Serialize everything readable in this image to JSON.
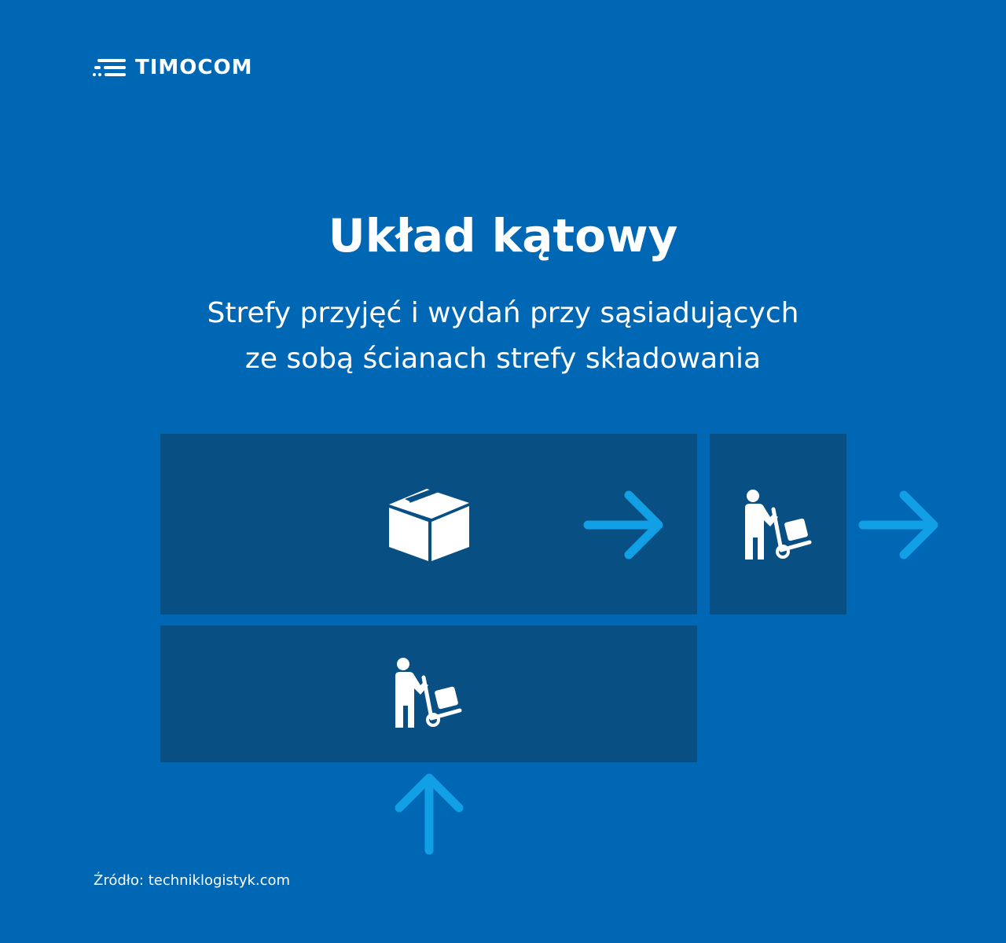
{
  "brand": {
    "name": "TIMOCOM",
    "logo_icon": "speed-lines-icon"
  },
  "title": "Układ kątowy",
  "subtitle": {
    "line1": "Strefy przyjęć i wydań przy sąsiadujących",
    "line2": "ze sobą ścianach strefy składowania"
  },
  "diagram": {
    "zones": [
      {
        "id": "storage",
        "icon": "box-icon"
      },
      {
        "id": "issue",
        "icon": "worker-hand-truck-icon"
      },
      {
        "id": "receipt",
        "icon": "worker-hand-truck-icon"
      }
    ],
    "arrows": [
      {
        "id": "storage-to-issue",
        "direction": "right"
      },
      {
        "id": "issue-out",
        "direction": "right"
      },
      {
        "id": "receipt-in",
        "direction": "up"
      }
    ]
  },
  "source": "Źródło: techniklogistyk.com",
  "colors": {
    "background": "#0067b4",
    "zone": "#084f84",
    "arrow": "#11a0e6",
    "text": "#ffffff"
  }
}
